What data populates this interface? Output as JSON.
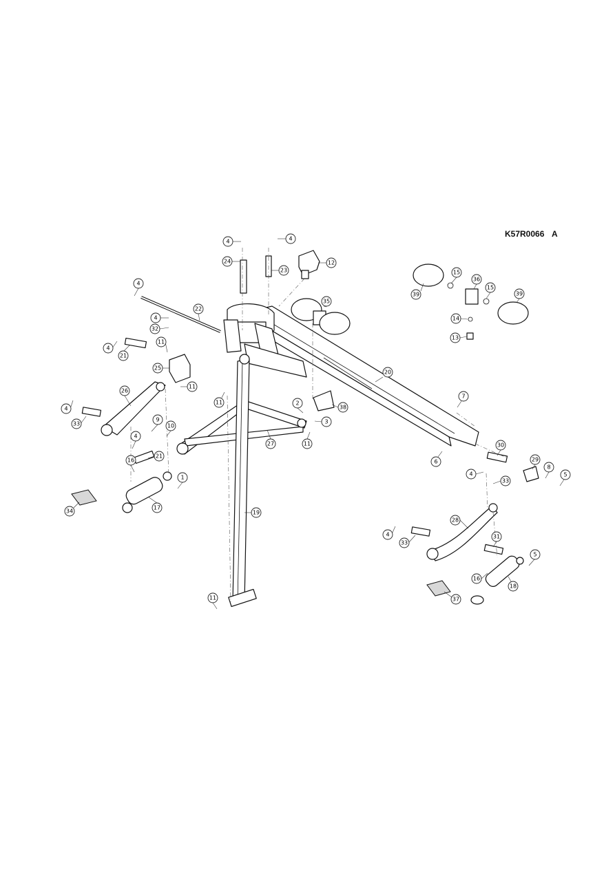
{
  "drawing": {
    "reference": "K57R0066",
    "revision": "A"
  },
  "callouts": [
    "1",
    "2",
    "3",
    "4",
    "5",
    "6",
    "7",
    "8",
    "9",
    "10",
    "11",
    "12",
    "13",
    "14",
    "15",
    "16",
    "17",
    "18",
    "19",
    "20",
    "21",
    "22",
    "23",
    "24",
    "25",
    "26",
    "27",
    "28",
    "29",
    "30",
    "31",
    "32",
    "33",
    "34",
    "35",
    "36",
    "37",
    "38",
    "39"
  ]
}
